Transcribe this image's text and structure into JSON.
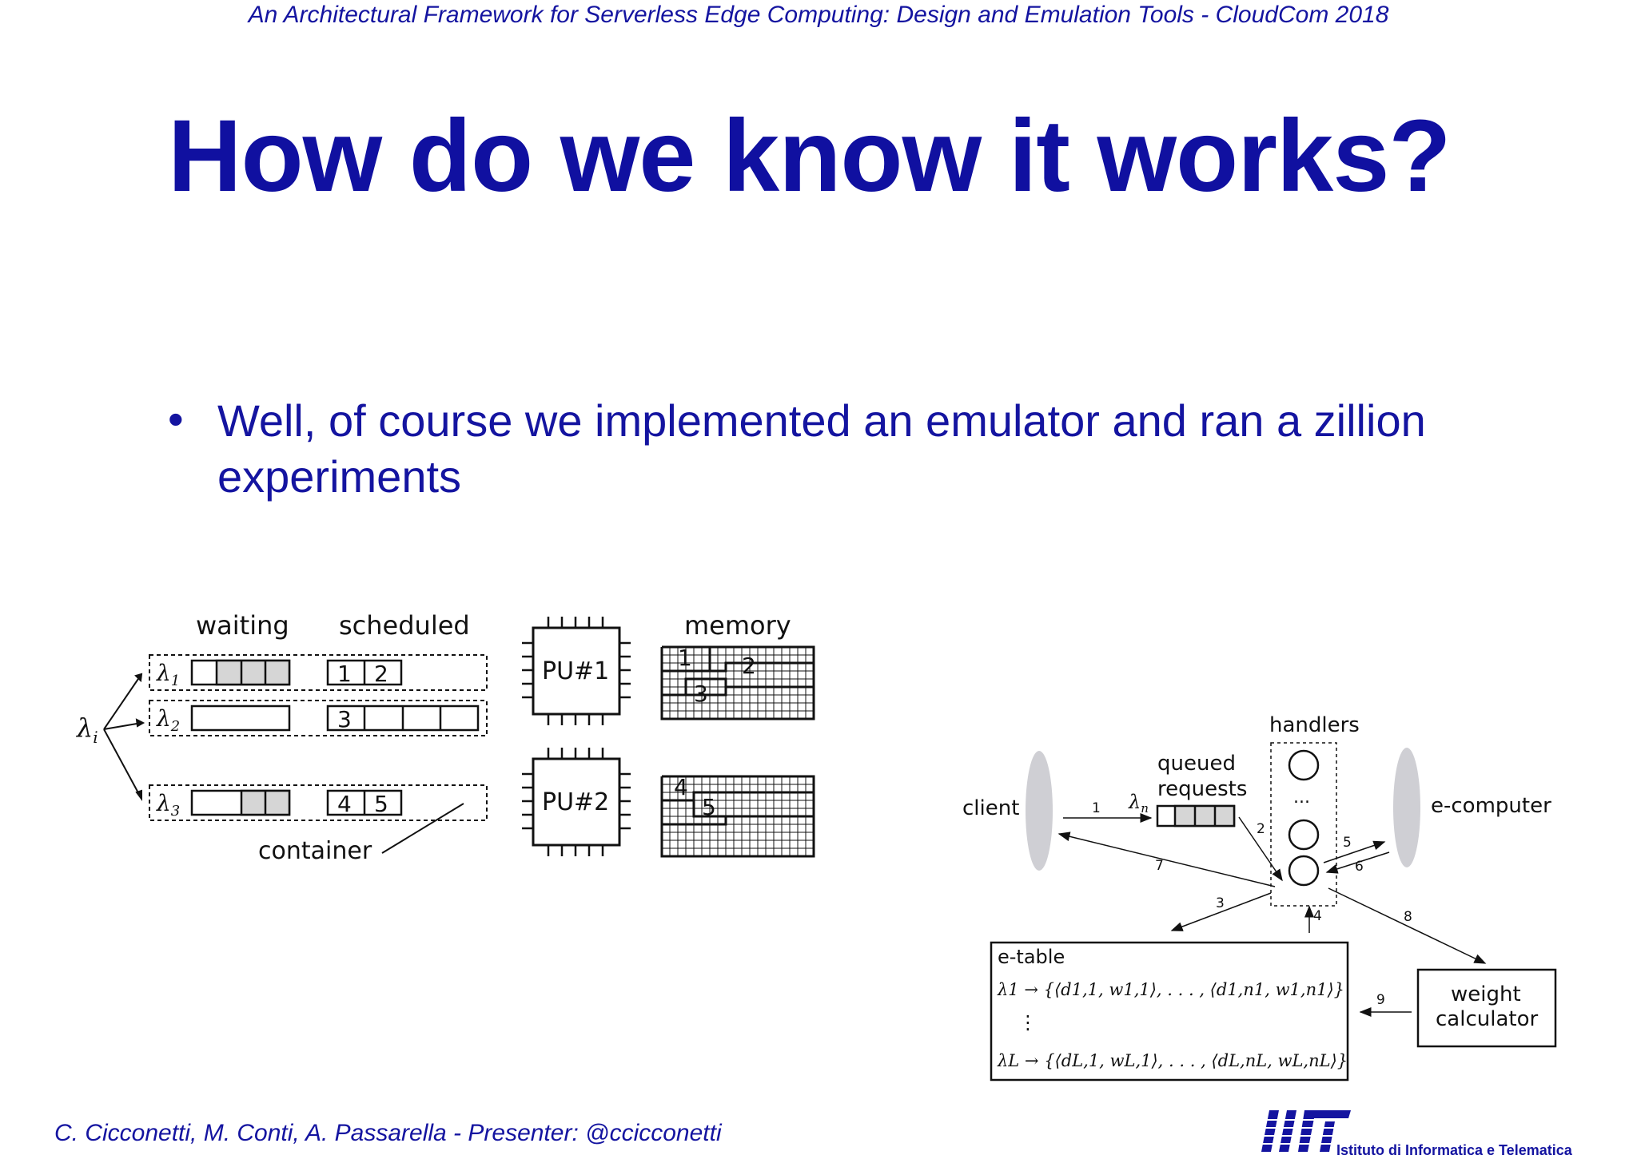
{
  "header": {
    "text": "An Architectural Framework for Serverless Edge Computing: Design and Emulation Tools - CloudCom 2018"
  },
  "slide": {
    "title": "How do we know it works?",
    "bullet": "Well, of course we implemented an emulator and ran a zillion experiments"
  },
  "left_diagram": {
    "col_waiting": "waiting",
    "col_scheduled": "scheduled",
    "col_memory": "memory",
    "lambda_i": "λi",
    "rows": [
      {
        "lambda": "λ1",
        "sched": [
          "1",
          "2"
        ]
      },
      {
        "lambda": "λ2",
        "sched": [
          "3"
        ]
      },
      {
        "lambda": "λ3",
        "sched": [
          "4",
          "5"
        ]
      }
    ],
    "container_label": "container",
    "pu1": "PU#1",
    "pu2": "PU#2",
    "mem1": [
      "1",
      "2",
      "3"
    ],
    "mem2": [
      "4",
      "5"
    ]
  },
  "right_diagram": {
    "handlers": "handlers",
    "queued_requests_1": "queued",
    "queued_requests_2": "requests",
    "client": "client",
    "ecomputer": "e-computer",
    "lambda_n": "λn",
    "dots": "...",
    "etable_title": "e-table",
    "etable_row1": "λ1 → {⟨d1,1, w1,1⟩, . . . , ⟨d1,n1, w1,n1⟩}",
    "etable_vdots": "⋮",
    "etable_row2": "λL → {⟨dL,1, wL,1⟩, . . . , ⟨dL,nL, wL,nL⟩}",
    "weight_calc_1": "weight",
    "weight_calc_2": "calculator",
    "arrows": [
      "1",
      "2",
      "3",
      "4",
      "5",
      "6",
      "7",
      "8",
      "9"
    ]
  },
  "footer": {
    "authors": "C. Cicconetti, M. Conti, A. Passarella - Presenter: @ccicconetti",
    "logo_text": "Istituto di Informatica e Telematica"
  },
  "colors": {
    "accent": "#1414a0",
    "gray_fill": "#d6d6d6",
    "diagram_stroke": "#111111"
  }
}
